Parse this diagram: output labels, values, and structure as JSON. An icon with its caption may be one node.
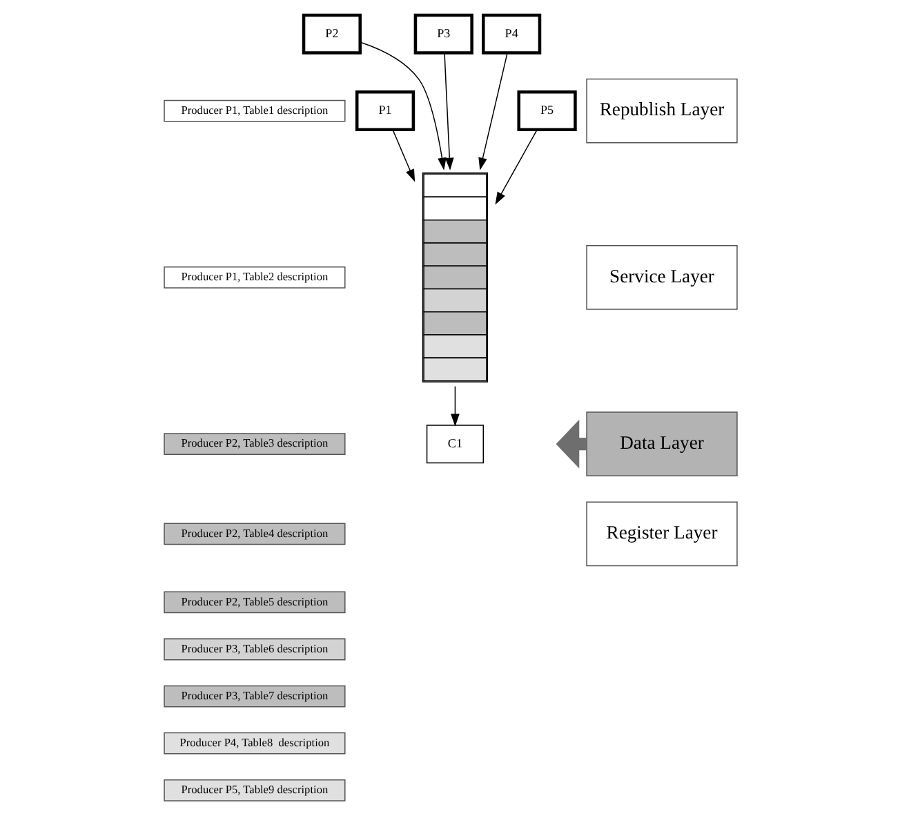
{
  "diagram": {
    "nodes": [
      {
        "text": [
          "P1"
        ]
      },
      {
        "text": [
          "P2"
        ]
      },
      {
        "text": [
          "P3"
        ]
      },
      {
        "text": [
          "P4"
        ]
      },
      {
        "text": [
          "P5"
        ]
      },
      {
        "text": [],
        "shape": "box"
      },
      {
        "text": [
          "C1"
        ]
      },
      {
        "text": [
          "Producer P1, Table1 description"
        ]
      },
      {
        "text": [
          "Producer P1, Table2 description"
        ]
      },
      {
        "text": [
          "Producer P2, Table3 description"
        ]
      },
      {
        "text": [
          "Producer P2, Table4 description"
        ]
      },
      {
        "text": [
          "Producer P2, Table5 description"
        ]
      },
      {
        "text": [
          "Producer P3, Table6 description"
        ]
      },
      {
        "text": [
          "Producer P3, Table7 description"
        ]
      },
      {
        "text": [
          "Producer P4, Table8  description"
        ]
      },
      {
        "text": [
          "Producer P5, Table9 description"
        ]
      },
      {
        "text": [
          "Republish Layer"
        ]
      },
      {
        "text": [
          "Service Layer"
        ]
      },
      {
        "text": [
          "Data Layer"
        ]
      },
      {
        "text": [
          "Register Layer"
        ]
      }
    ],
    "edges": [
      {
        "from": 0,
        "to": 5,
        "arrow": "to"
      },
      {
        "from": 1,
        "to": 5,
        "arrow": "to"
      },
      {
        "from": 2,
        "to": 5,
        "arrow": "to"
      },
      {
        "from": 3,
        "to": 5,
        "arrow": "to"
      },
      {
        "from": 4,
        "to": 5,
        "arrow": "to"
      },
      {
        "from": 5,
        "to": 6,
        "arrow": "to"
      },
      {
        "from": 18,
        "to": null,
        "arrow": "to",
        "style": "thick",
        "color": "#6e6e6e"
      }
    ]
  }
}
